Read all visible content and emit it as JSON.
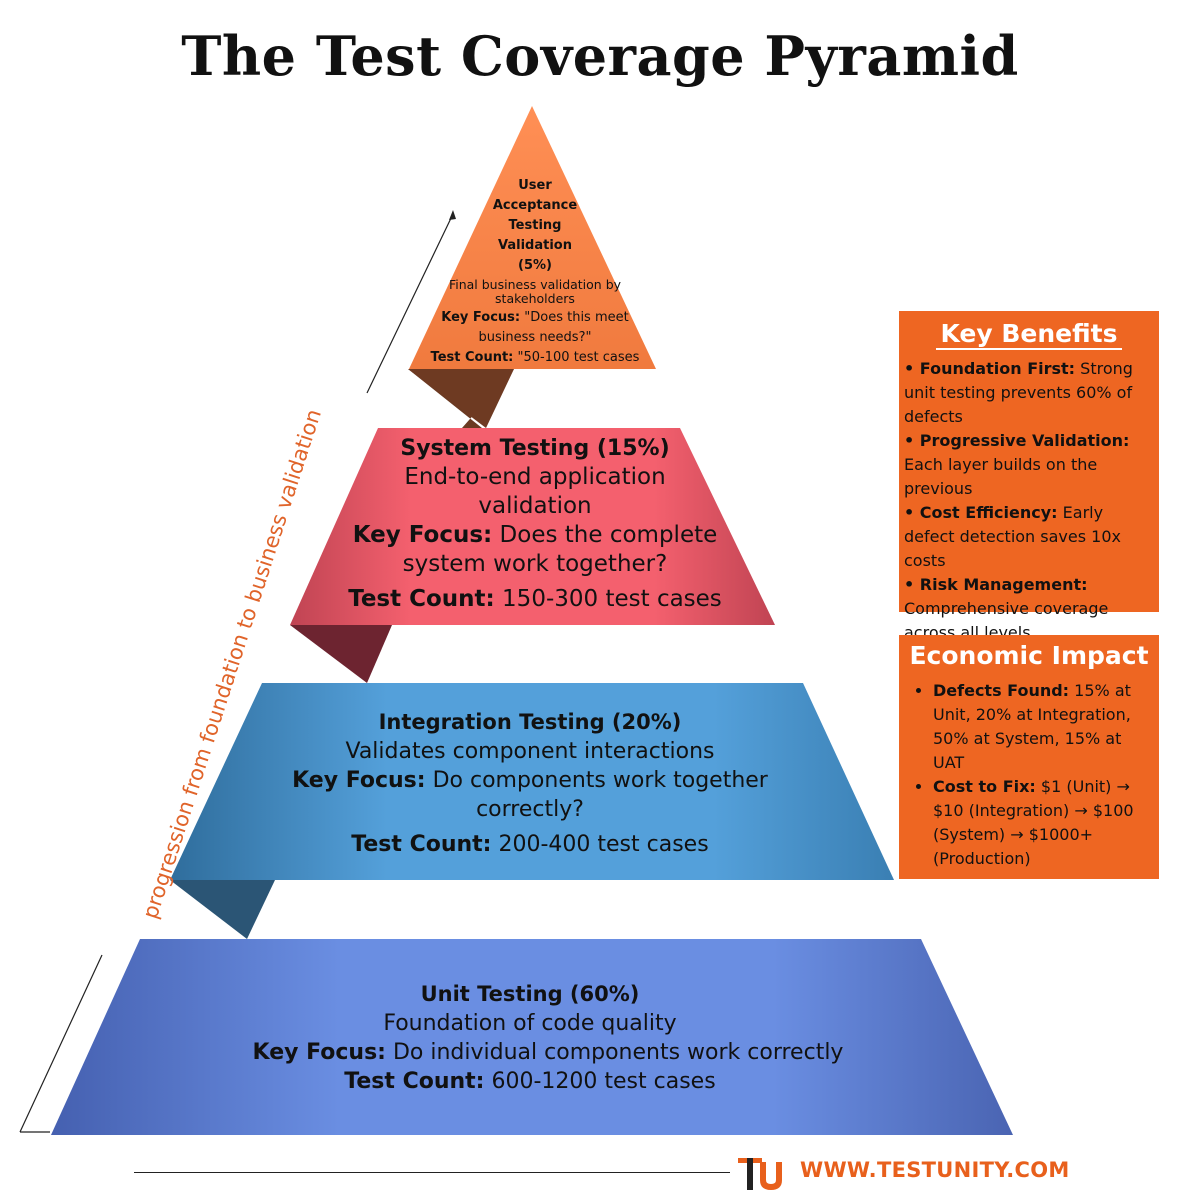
{
  "title": "The Test Coverage Pyramid",
  "side_label": "progression from foundation to business validation",
  "layers": {
    "uat": {
      "heading_lines": [
        "User",
        "Acceptance",
        "Testing",
        "Validation",
        "(5%)"
      ],
      "description": "Final business validation by stakeholders",
      "focus_label": "Key Focus:",
      "focus_text": "\"Does this meet business needs?\"",
      "count_label": "Test Count:",
      "count_text": "\"50-100 test cases"
    },
    "system": {
      "heading": "System Testing (15%)",
      "description": "End-to-end application validation",
      "focus_label": "Key Focus:",
      "focus_text": "Does the complete system work together?",
      "count_label": "Test Count:",
      "count_text": "150-300 test cases"
    },
    "integration": {
      "heading": "Integration Testing (20%)",
      "description": "Validates component interactions",
      "focus_label": "Key Focus:",
      "focus_text": "Do components work together correctly?",
      "count_label": "Test Count:",
      "count_text": "200-400 test cases"
    },
    "unit": {
      "heading": "Unit Testing (60%)",
      "description": "Foundation of code quality",
      "focus_label": "Key Focus:",
      "focus_text": "Do individual components work correctly",
      "count_label": "Test Count:",
      "count_text": "600-1200 test cases"
    }
  },
  "benefits": {
    "title": "Key Benefits",
    "items": [
      {
        "label": "• Foundation First:",
        "text": "Strong unit testing prevents 60% of defects"
      },
      {
        "label": "• Progressive Validation:",
        "text": "Each layer builds on the previous"
      },
      {
        "label": "• Cost Efficiency:",
        "text": "Early defect detection saves 10x costs"
      },
      {
        "label": "• Risk Management:",
        "text": "Comprehensive coverage across all levels"
      }
    ]
  },
  "economic": {
    "title": "Economic Impact",
    "items": [
      {
        "label": "Defects Found:",
        "text": "15% at Unit, 20% at Integration, 50% at System, 15% at UAT"
      },
      {
        "label": "Cost to Fix:",
        "text": "$1 (Unit) → $10 (Integration) → $100 (System) → $1000+ (Production)"
      }
    ]
  },
  "footer": {
    "logo_text": "TU",
    "website": "WWW.TESTUNITY.COM"
  },
  "colors": {
    "uat": "#f7884d",
    "system": "#f0606f",
    "integration": "#4f97d0",
    "unit": "#6488de",
    "box": "#ee6622",
    "accent": "#e8601c"
  }
}
